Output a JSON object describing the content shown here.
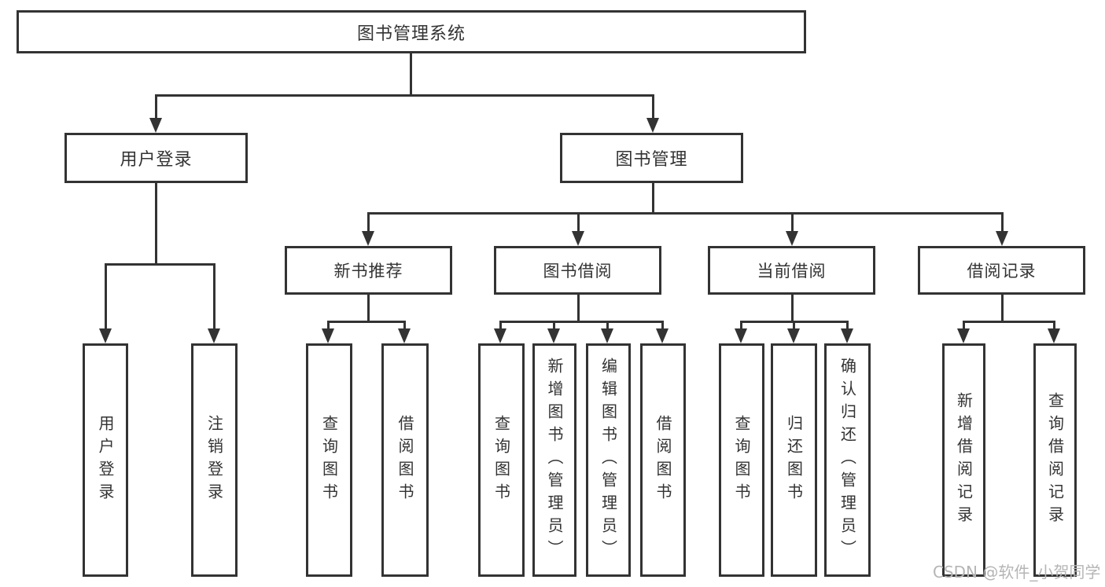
{
  "diagram": {
    "root": {
      "label": "图书管理系统"
    },
    "level2": [
      {
        "id": "user-login",
        "label": "用户登录"
      },
      {
        "id": "book-management",
        "label": "图书管理"
      }
    ],
    "level3": [
      {
        "id": "new-book-recommend",
        "label": "新书推荐"
      },
      {
        "id": "book-borrow",
        "label": "图书借阅"
      },
      {
        "id": "current-borrow",
        "label": "当前借阅"
      },
      {
        "id": "borrow-records",
        "label": "借阅记录"
      }
    ],
    "leaves": [
      {
        "parent": "user-login",
        "label": "用户登录"
      },
      {
        "parent": "user-login",
        "label": "注销登录"
      },
      {
        "parent": "new-book-recommend",
        "label": "查询图书"
      },
      {
        "parent": "new-book-recommend",
        "label": "借阅图书"
      },
      {
        "parent": "book-borrow",
        "label": "查询图书"
      },
      {
        "parent": "book-borrow",
        "label": "新增图书（管理员）"
      },
      {
        "parent": "book-borrow",
        "label": "编辑图书（管理员）"
      },
      {
        "parent": "book-borrow",
        "label": "借阅图书"
      },
      {
        "parent": "current-borrow",
        "label": "查询图书"
      },
      {
        "parent": "current-borrow",
        "label": "归还图书"
      },
      {
        "parent": "current-borrow",
        "label": "确认归还（管理员）"
      },
      {
        "parent": "borrow-records",
        "label": "新增借阅记录"
      },
      {
        "parent": "borrow-records",
        "label": "查询借阅记录"
      }
    ]
  },
  "watermark": {
    "text": "CSDN @软件_小贺同学"
  },
  "colors": {
    "line": "#333333",
    "text": "#333333",
    "background": "#ffffff",
    "watermark": "#b5b5b5"
  }
}
